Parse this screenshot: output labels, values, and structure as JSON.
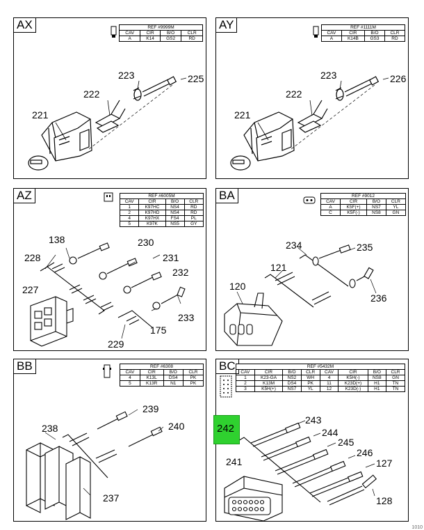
{
  "highlight_color": "#2fd12f",
  "footer": "1010",
  "panels": {
    "AX": {
      "tag": "AX",
      "table": {
        "title": "REF #9999M",
        "headers": [
          "CAV",
          "CIR",
          "B/O",
          "CLR"
        ],
        "rows": [
          [
            "A",
            "K14",
            "GS2",
            "RD"
          ]
        ]
      },
      "callouts": {
        "c221": "221",
        "c222": "222",
        "c223": "223",
        "c225": "225"
      }
    },
    "AY": {
      "tag": "AY",
      "table": {
        "title": "REF #1111M",
        "headers": [
          "CAV",
          "CIR",
          "B/O",
          "CLR"
        ],
        "rows": [
          [
            "A",
            "K14B",
            "GS3",
            "RD"
          ]
        ]
      },
      "callouts": {
        "c221": "221",
        "c222": "222",
        "c223": "223",
        "c226": "226"
      }
    },
    "AZ": {
      "tag": "AZ",
      "table": {
        "title": "REF #6005M",
        "headers": [
          "CAV",
          "CIR",
          "B/O",
          "CLR"
        ],
        "rows": [
          [
            "1",
            "K97HC",
            "NS4",
            "RD"
          ],
          [
            "2",
            "K97HD",
            "NS4",
            "RD"
          ],
          [
            "4",
            "K97HX",
            "FS4",
            "PL"
          ],
          [
            "5",
            "K97K",
            "NS5",
            "GY"
          ]
        ]
      },
      "callouts": {
        "c138": "138",
        "c230": "230",
        "c228": "228",
        "c231": "231",
        "c232": "232",
        "c227": "227",
        "c233": "233",
        "c175": "175",
        "c229": "229"
      }
    },
    "BA": {
      "tag": "BA",
      "table": {
        "title": "REF #9012",
        "headers": [
          "CAV",
          "CIR",
          "B/O",
          "CLR"
        ],
        "rows": [
          [
            "A",
            "K5F(+)",
            "NS7",
            "YL"
          ],
          [
            "C",
            "K5F(-)",
            "NS8",
            "GN"
          ]
        ]
      },
      "callouts": {
        "c234": "234",
        "c235": "235",
        "c121": "121",
        "c120": "120",
        "c236": "236"
      }
    },
    "BB": {
      "tag": "BB",
      "table": {
        "title": "REF #6308",
        "headers": [
          "CAV",
          "CIR",
          "B/O",
          "CLR"
        ],
        "rows": [
          [
            "4",
            "K13L",
            "DS4",
            "PK"
          ],
          [
            "5",
            "K13R",
            "N1",
            "PK"
          ]
        ]
      },
      "callouts": {
        "c239": "239",
        "c238": "238",
        "c240": "240",
        "c237": "237"
      }
    },
    "BC": {
      "tag": "BC",
      "table": {
        "title": "REF #5432M",
        "headers": [
          "CAV",
          "CIR",
          "B/O",
          "CLR",
          "CAV",
          "CIR",
          "B/O",
          "CLR"
        ],
        "rows": [
          [
            "1",
            "K23-GA",
            "NS2",
            "WH",
            "4",
            "K5H(-)",
            "NS8",
            "GN"
          ],
          [
            "2",
            "K13M",
            "DS4",
            "PK",
            "11",
            "K23D(+)",
            "H1",
            "TN"
          ],
          [
            "3",
            "K5H(+)",
            "NS7",
            "YL",
            "12",
            "K23D(-)",
            "H1",
            "TN"
          ]
        ]
      },
      "callouts": {
        "c242": "242",
        "c243": "243",
        "c244": "244",
        "c245": "245",
        "c246": "246",
        "c127": "127",
        "c241": "241",
        "c128": "128"
      }
    }
  }
}
